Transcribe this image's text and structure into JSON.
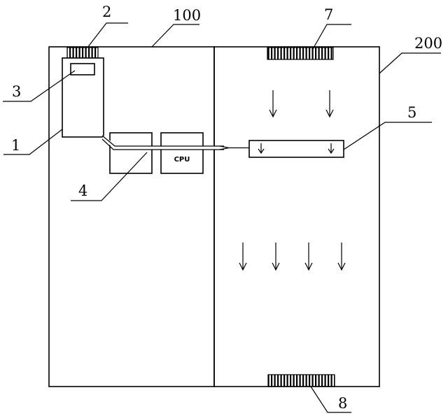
{
  "labels": {
    "n1": "1",
    "n2": "2",
    "n3": "3",
    "n4": "4",
    "n5": "5",
    "n7": "7",
    "n8": "8",
    "n100": "100",
    "n200": "200"
  },
  "components": {
    "cpu": "CPU"
  },
  "icons": {
    "vent": "vent-grille-icon",
    "flow": "down-arrow-icon"
  }
}
